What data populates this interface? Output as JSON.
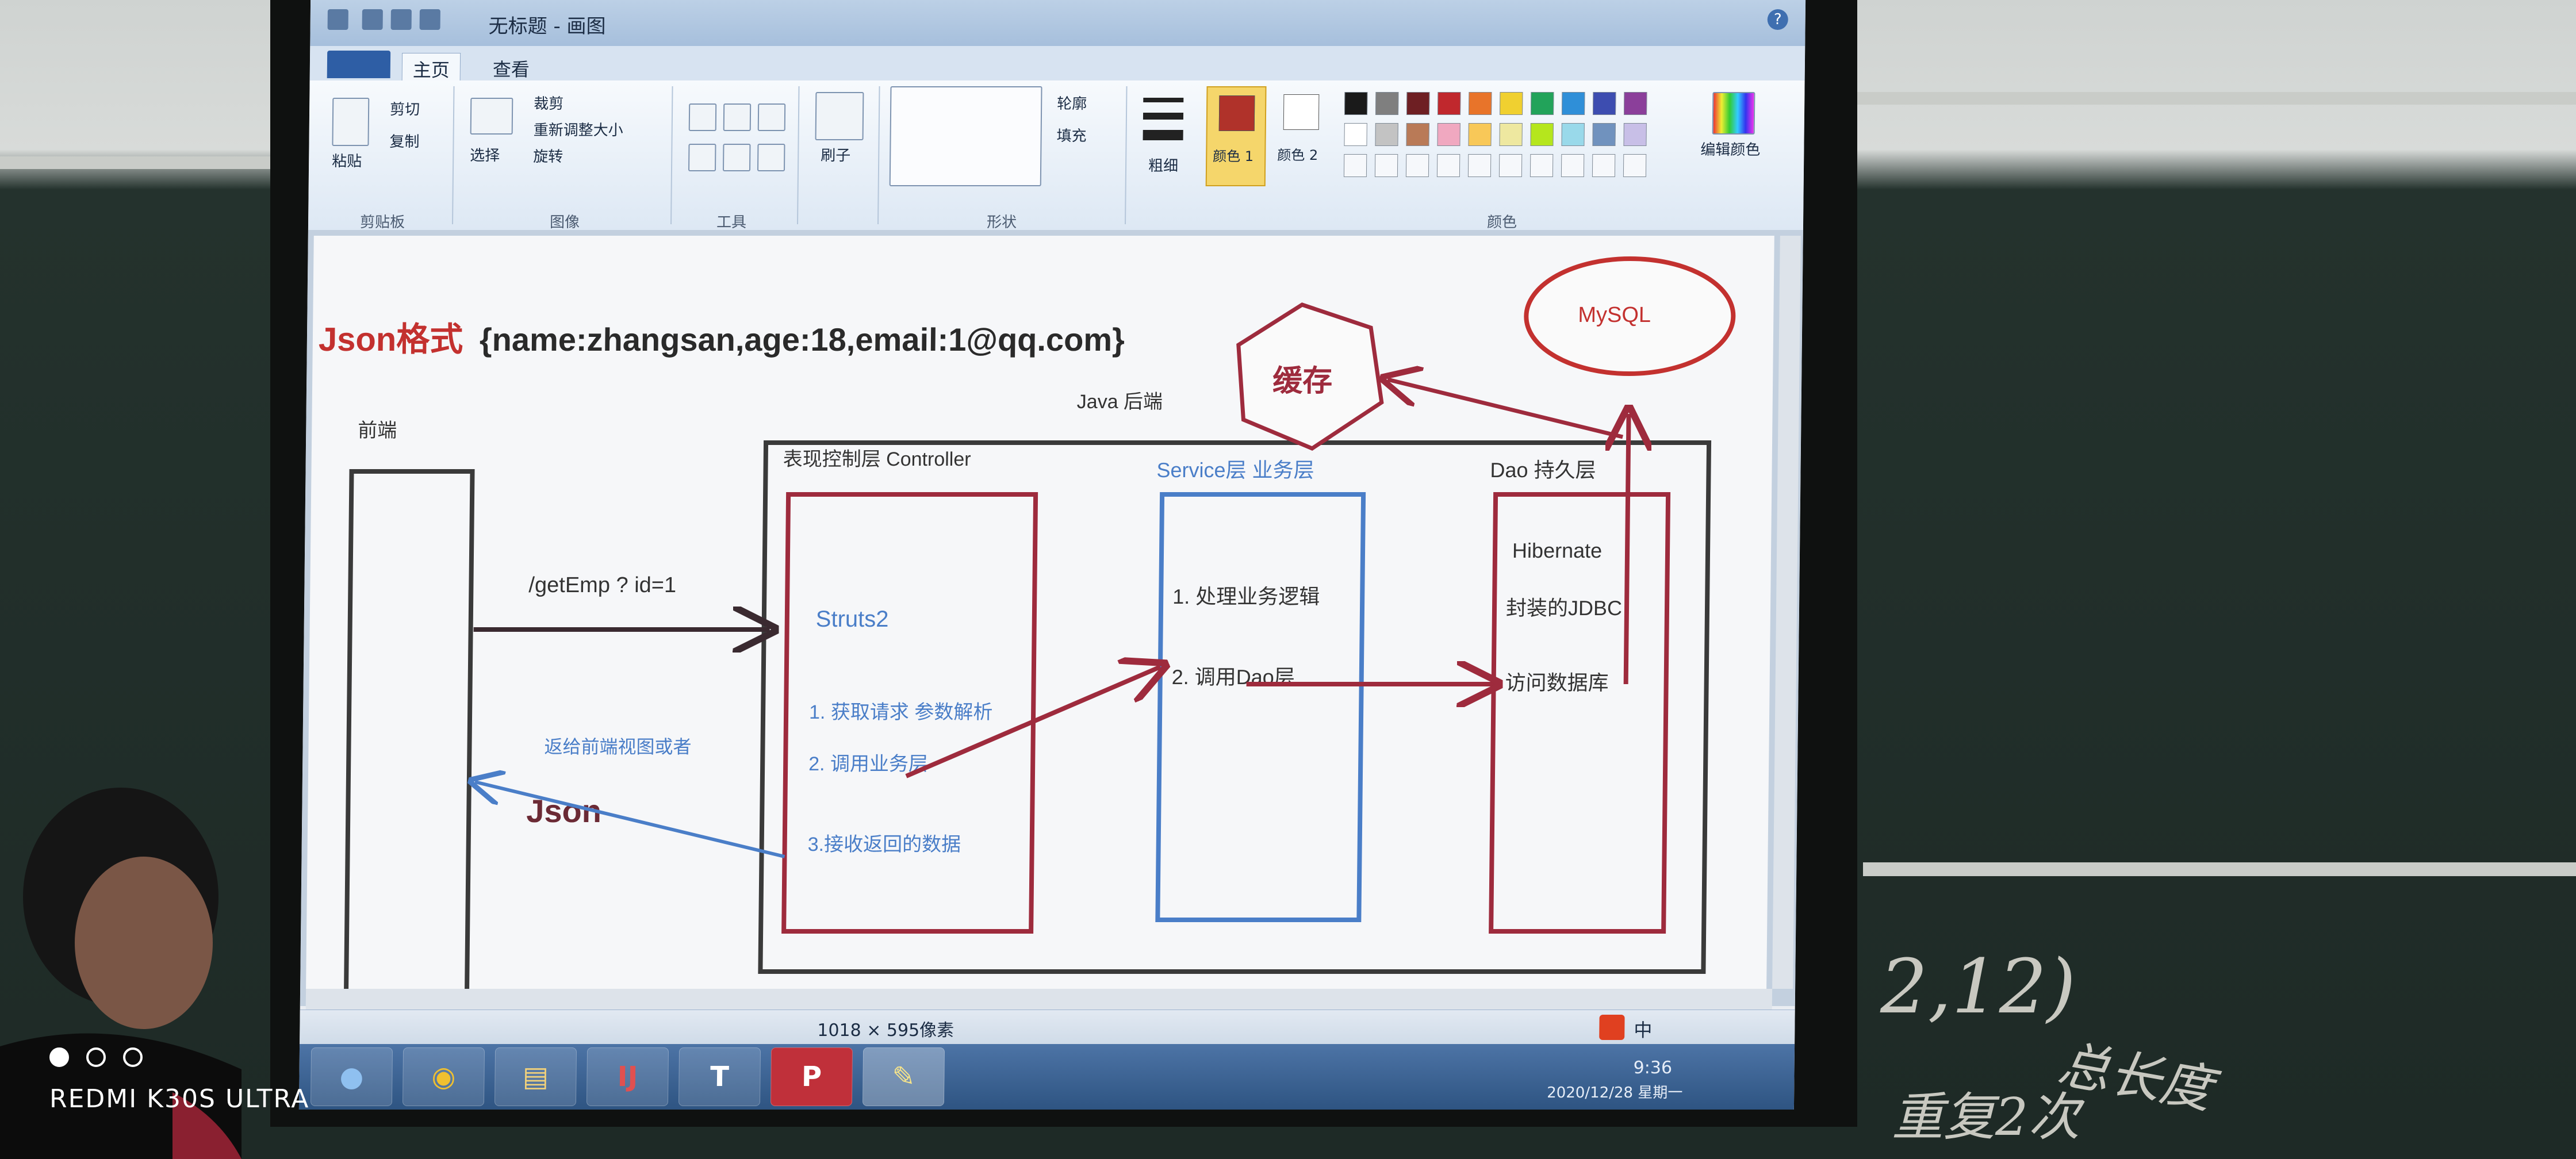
{
  "window": {
    "title": "无标题 - 画图",
    "tabs": [
      "主页",
      "查看"
    ]
  },
  "ribbon": {
    "clipboard": {
      "paste": "粘贴",
      "cut": "剪切",
      "copy": "复制",
      "label": "剪贴板"
    },
    "image": {
      "select": "选择",
      "crop": "裁剪",
      "resize": "重新调整大小",
      "rotate": "旋转",
      "label": "图像"
    },
    "tools": {
      "label": "工具"
    },
    "brushes": {
      "label": "刷子"
    },
    "shapes": {
      "outline": "轮廓",
      "fill": "填充",
      "label": "形状"
    },
    "size": {
      "label": "粗细"
    },
    "colors": {
      "color1": "颜色 1",
      "color2": "颜色 2",
      "edit": "编辑颜色",
      "label": "颜色",
      "row1": [
        "#1a1a1a",
        "#7f7f7f",
        "#6e1f23",
        "#c0282d",
        "#e8742a",
        "#f0d030",
        "#22a35a",
        "#2f8fd8",
        "#3d4db0",
        "#8b3f9a"
      ],
      "row2": [
        "#ffffff",
        "#c3c3c3",
        "#b97a57",
        "#f0a8c0",
        "#f8c858",
        "#eee8a0",
        "#b5e61d",
        "#99d9ea",
        "#7092be",
        "#c8bfe7"
      ]
    }
  },
  "diagram": {
    "title_red": "Json格式",
    "title_black": "{name:zhangsan,age:18,email:1@qq.com}",
    "frontend_label": "前端",
    "backend_label": "Java 后端",
    "controller_label": "表现控制层 Controller",
    "service_label": "Service层 业务层",
    "dao_label": "Dao 持久层",
    "request": "/getEmp ? id=1",
    "struts": "Struts2",
    "ctrl_steps": [
      "1. 获取请求  参数解析",
      "2. 调用业务层",
      "3.接收返回的数据"
    ],
    "service_steps": [
      "1. 处理业务逻辑",
      "2. 调用Dao层"
    ],
    "dao_lines": [
      "Hibernate",
      "封装的JDBC",
      "访问数据库"
    ],
    "return_label": "返给前端视图或者",
    "json_label": "Json",
    "cache": "缓存",
    "mysql": "MySQL"
  },
  "status": {
    "size": "1018 × 595像素"
  },
  "taskbar": {
    "time": "9:36",
    "date": "2020/12/28 星期一",
    "ime": "中"
  },
  "chalkboard": {
    "fraction": "2,12)",
    "note1": "重复2次",
    "note2": "总长度"
  },
  "camera": {
    "watermark": "REDMI K30S ULTRA"
  }
}
